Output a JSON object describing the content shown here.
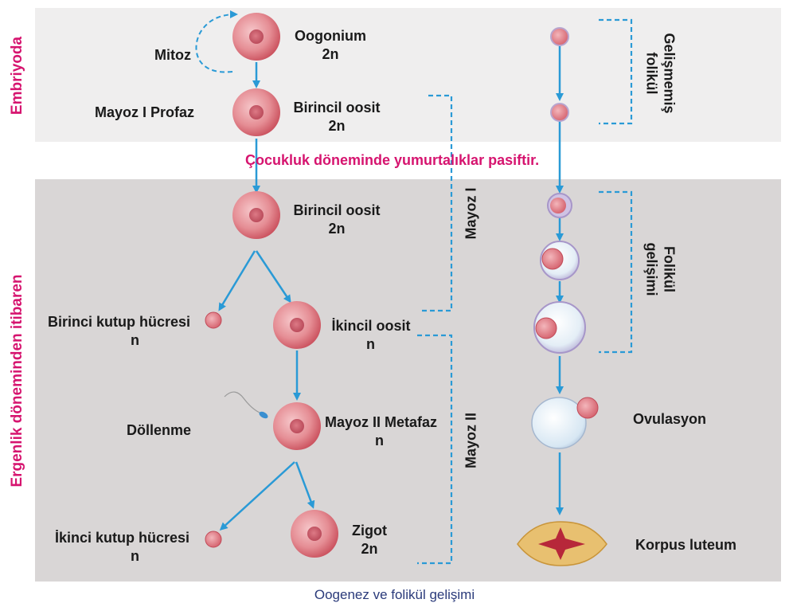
{
  "labels": {
    "embriyoda": "Embriyoda",
    "ergenlik": "Ergenlik döneminden itibaren",
    "mitoz": "Mitoz",
    "oogonium_name": "Oogonium",
    "oogonium_ploidy": "2n",
    "mayoz1_profaz": "Mayoz I Profaz",
    "birincil_oosit_top_name": "Birincil oosit",
    "birincil_oosit_top_ploidy": "2n",
    "cocukluk": "Çocukluk döneminde yumurtalıklar pasiftir.",
    "birincil_oosit_mid_name": "Birincil oosit",
    "birincil_oosit_mid_ploidy": "2n",
    "birinci_kutup_name": "Birinci kutup hücresi",
    "birinci_kutup_ploidy": "n",
    "ikincil_oosit_name": "İkincil oosit",
    "ikincil_oosit_ploidy": "n",
    "dollenme": "Döllenme",
    "mayoz2_metafaz_name": "Mayoz II Metafaz",
    "mayoz2_metafaz_ploidy": "n",
    "ikinci_kutup_name": "İkinci kutup hücresi",
    "ikinci_kutup_ploidy": "n",
    "zigot_name": "Zigot",
    "zigot_ploidy": "2n",
    "mayoz1": "Mayoz I",
    "mayoz2": "Mayoz II",
    "gelismemis_line1": "Gelişmemiş",
    "gelismemis_line2": "folikül",
    "folikul_line1": "Folikül",
    "folikul_line2": "gelişimi",
    "ovulasyon": "Ovulasyon",
    "korpus_luteum": "Korpus luteum"
  },
  "caption": "Oogenez ve folikül gelişimi",
  "colors": {
    "embryo_panel": "#efeeee",
    "adult_panel": "#d9d6d6",
    "arrow_blue": "#2a9ad6",
    "stage_label_pink": "#d6146f",
    "cell_pink": "#e07a82",
    "nucleus": "#c95a6a",
    "corpus_luteum": "#e8c070",
    "caption_navy": "#2a3a7a"
  }
}
